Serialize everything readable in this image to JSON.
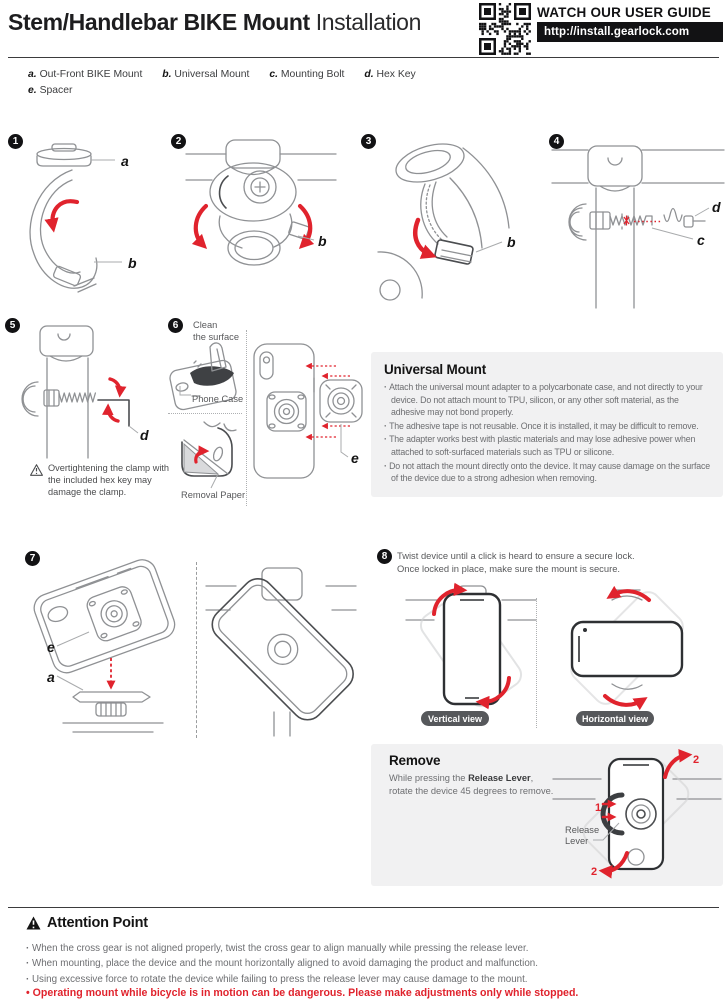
{
  "header": {
    "title_bold": "Stem/Handlebar BIKE Mount",
    "title_light": " Installation",
    "guide_caption": "WATCH OUR USER GUIDE",
    "guide_url": "http://install.gearlock.com"
  },
  "parts": [
    {
      "key": "a.",
      "label": "Out-Front BIKE Mount"
    },
    {
      "key": "b.",
      "label": "Universal Mount"
    },
    {
      "key": "c.",
      "label": "Mounting Bolt"
    },
    {
      "key": "d.",
      "label": "Hex Key"
    },
    {
      "key": "e.",
      "label": "Spacer"
    }
  ],
  "badges": [
    "1",
    "2",
    "3",
    "4",
    "5",
    "6",
    "7",
    "8"
  ],
  "callouts": {
    "a": "a",
    "b": "b",
    "c": "c",
    "d": "d",
    "e": "e"
  },
  "step5": {
    "warning": "Overtightening the clamp with the included hex key may damage the clamp."
  },
  "step6": {
    "clean_line1": "Clean",
    "clean_line2": "the surface",
    "phone_case": "Phone Case",
    "removal_paper": "Removal Paper"
  },
  "universal_mount": {
    "title": "Universal Mount",
    "bullets": [
      "Attach the universal mount adapter to a polycarbonate case, and not directly to your device. Do not attach mount to TPU, silicon, or any other soft material, as the adhesive may not bond properly.",
      "The adhesive tape is not reusable. Once it is installed, it may be difficult to remove.",
      "The adapter works best with plastic materials and may lose adhesive power when attached to soft-surfaced materials such as TPU or silicone.",
      "Do not attach the mount directly onto the device. It may cause damage on the surface of the device due to a strong adhesion when removing."
    ]
  },
  "step8": {
    "line1": "Twist device until a click is heard to ensure a secure lock.",
    "line2": "Once locked in place, make sure the mount is secure.",
    "vertical_pill": "Vertical view",
    "horizontal_pill": "Horizontal view"
  },
  "remove": {
    "title": "Remove",
    "text_pre": "While pressing the ",
    "text_bold": "Release Lever",
    "text_post": ",",
    "line2": "rotate the device 45 degrees to remove.",
    "release_line1": "Release",
    "release_line2": "Lever",
    "num1": "1",
    "num2": "2"
  },
  "attention": {
    "title": "Attention Point",
    "bullets": [
      "When the cross gear is not aligned properly, twist the cross gear to align manually while pressing the release lever.",
      "When mounting, place the device and the mount horizontally aligned to avoid damaging the product and malfunction.",
      "Using excessive force to rotate the device while failing to press the release lever may cause damage to the mount."
    ],
    "warning": "Operating mount while bicycle is in motion can be dangerous. Please make adjustments only while stopped."
  },
  "colors": {
    "accent_red": "#e0232d",
    "ink": "#1d1d1f",
    "body_gray": "#6d6e71",
    "panel_gray": "#f1f1f2",
    "pill_gray": "#56585b"
  }
}
